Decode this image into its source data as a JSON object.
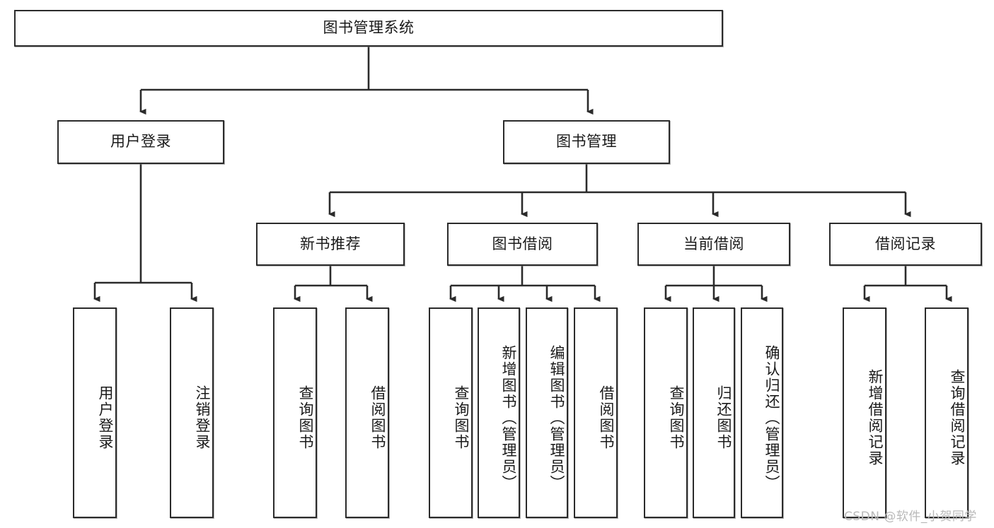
{
  "diagram": {
    "title": "图书管理系统",
    "type": "tree-hierarchy-chart",
    "watermark": "CSDN @软件_小贺同学",
    "colors": {
      "box_border": "#2b2b2b",
      "box_fill": "#ffffff",
      "edge": "#2b2b2b",
      "text": "#1a1a1a",
      "watermark": "#b9b9b9"
    }
  },
  "root": {
    "label": "图书管理系统"
  },
  "level2": [
    {
      "label": "用户登录"
    },
    {
      "label": "图书管理"
    }
  ],
  "level3": [
    {
      "label": "新书推荐"
    },
    {
      "label": "图书借阅"
    },
    {
      "label": "当前借阅"
    },
    {
      "label": "借阅记录"
    }
  ],
  "leaves": {
    "user_login": [
      {
        "label": "用户登录"
      },
      {
        "label": "注销登录"
      }
    ],
    "new_book_recommend": [
      {
        "label": "查询图书"
      },
      {
        "label": "借阅图书"
      }
    ],
    "book_borrow": [
      {
        "label": "查询图书"
      },
      {
        "label": "新增图书（管理员）"
      },
      {
        "label": "编辑图书（管理员）"
      },
      {
        "label": "借阅图书"
      }
    ],
    "current_borrow": [
      {
        "label": "查询图书"
      },
      {
        "label": "归还图书"
      },
      {
        "label": "确认归还（管理员）"
      }
    ],
    "borrow_record": [
      {
        "label": "新增借阅记录"
      },
      {
        "label": "查询借阅记录"
      }
    ]
  }
}
